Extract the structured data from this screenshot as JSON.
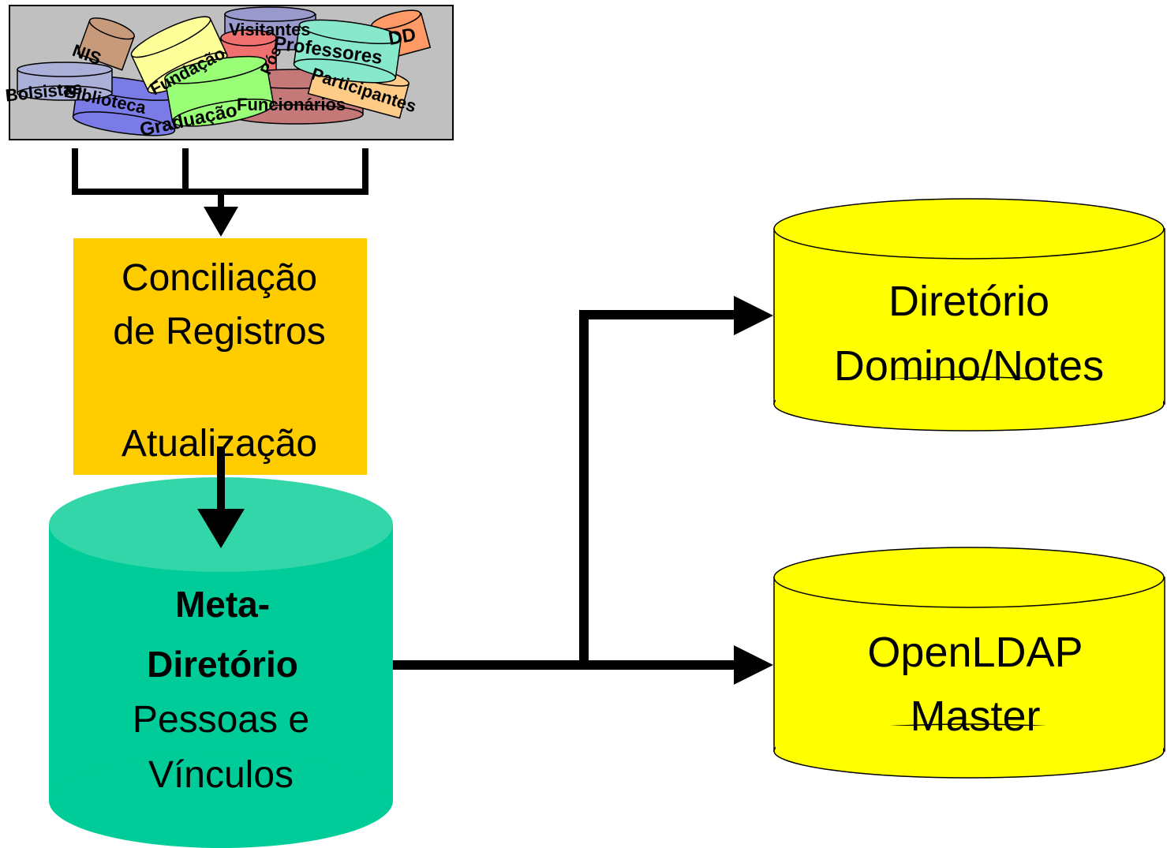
{
  "sources": {
    "labels": [
      "NIS",
      "Fundação",
      "Visitantes",
      "Professores",
      "DD",
      "Bolsistas",
      "Biblioteca",
      "Graduação",
      "Funcionários",
      "Participantes",
      "Pós"
    ],
    "colors": [
      "#c79a7c",
      "#ffff99",
      "#9999cc",
      "#88e8cc",
      "#ff9966",
      "#aab0d8",
      "#7b7be8",
      "#99ff77",
      "#c47878",
      "#ffcc88",
      "#f07070"
    ]
  },
  "process_box": {
    "line1": "Conciliação",
    "line2": "de Registros",
    "line3": "Atualização",
    "color": "#ffcc00"
  },
  "meta_directory": {
    "title_line1": "Meta-",
    "title_line2": "Diretório",
    "sub_line1": "Pessoas e",
    "sub_line2": "Vínculos",
    "color": "#00cc99",
    "top_color": "#33d6a8"
  },
  "targets": [
    {
      "line1": "Diretório",
      "line2": "Domino/Notes"
    },
    {
      "line1": "OpenLDAP",
      "line2": "Master"
    }
  ],
  "target_color": "#ffff00"
}
